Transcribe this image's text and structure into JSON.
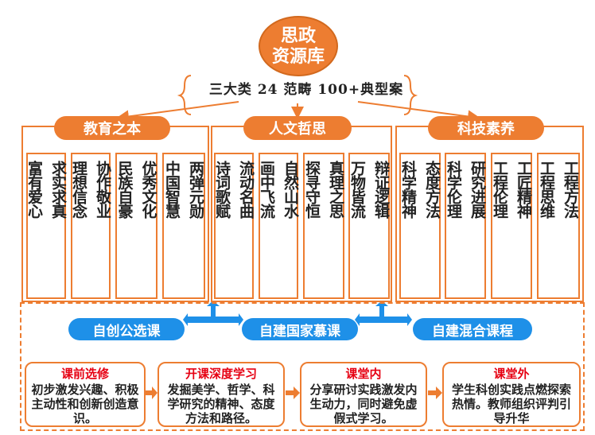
{
  "root": {
    "line1": "思政",
    "line2": "资源库"
  },
  "subtitle": "三大类 24 范畴 100+典型案",
  "categories": [
    {
      "title": "教育之本",
      "items": [
        {
          "col1": "富有爱心",
          "col2": "求实求真"
        },
        {
          "col1": "理想信念",
          "col2": "协作敬业"
        },
        {
          "col1": "民族自豪",
          "col2": "优秀文化"
        },
        {
          "col1": "中国智慧",
          "col2": "两弹元勋"
        }
      ]
    },
    {
      "title": "人文哲思",
      "items": [
        {
          "col1": "诗词歌赋",
          "col2": "流动名曲"
        },
        {
          "col1": "画中飞流",
          "col2": "自然山水"
        },
        {
          "col1": "探寻守恒",
          "col2": "真理之思"
        },
        {
          "col1": "万物皆流",
          "col2": "辩证逻辑"
        }
      ]
    },
    {
      "title": "科技素养",
      "items": [
        {
          "col1": "科学精神",
          "col2": "态度方法"
        },
        {
          "col1": "科学伦理",
          "col2": "研究进展"
        },
        {
          "col1": "工程伦理",
          "col2": "工匠精神"
        },
        {
          "col1": "工程思维",
          "col2": "工程方法"
        }
      ]
    }
  ],
  "courses": {
    "left": "自创公选课",
    "center": "自建国家慕课",
    "right": "自建混合课程"
  },
  "steps": [
    {
      "title": "课前选修",
      "text": "初步激发兴趣、积极主动性和创新创造意识。"
    },
    {
      "title": "开课深度学习",
      "text": "发掘美学、哲学、科学研究的精神、态度方法和路径。"
    },
    {
      "title": "课堂内",
      "text": "分享研讨实践激发内生动力，同时避免虚假式学习。"
    },
    {
      "title": "课堂外",
      "text": "学生科创实践点燃探索热情。教师组织评判引导升华"
    }
  ],
  "colors": {
    "orange": "#ed7d31",
    "blue": "#1e90e8",
    "red": "#e60012"
  }
}
